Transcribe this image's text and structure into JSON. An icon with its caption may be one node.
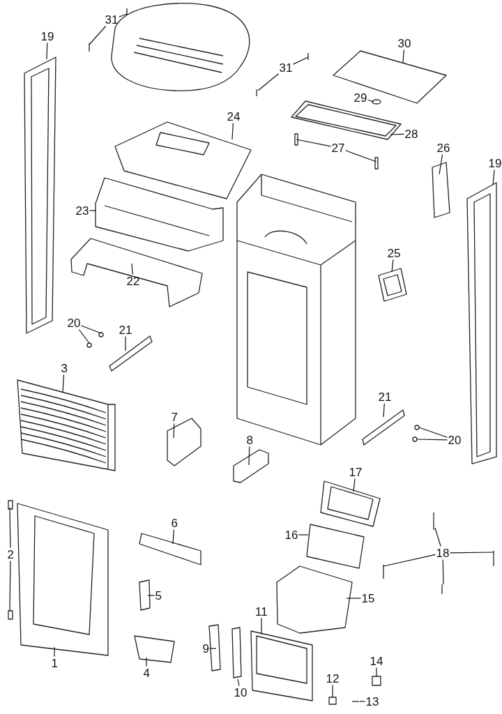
{
  "diagram": {
    "nodes": [
      {
        "text": [
          "31"
        ]
      },
      {
        "text": [
          "30"
        ]
      },
      {
        "text": [
          "19"
        ]
      },
      {
        "text": [
          "31"
        ]
      },
      {
        "text": [
          "24"
        ]
      },
      {
        "text": [
          "29"
        ]
      },
      {
        "text": [
          "28"
        ]
      },
      {
        "text": [
          "27"
        ]
      },
      {
        "text": [
          "26"
        ]
      },
      {
        "text": [
          "19"
        ]
      },
      {
        "text": [
          "23"
        ]
      },
      {
        "text": [
          "25"
        ]
      },
      {
        "text": [
          "22"
        ]
      },
      {
        "text": [
          "20"
        ]
      },
      {
        "text": [
          "21"
        ]
      },
      {
        "text": [
          "3"
        ]
      },
      {
        "text": [
          "7"
        ]
      },
      {
        "text": [
          "21"
        ]
      },
      {
        "text": [
          "20"
        ]
      },
      {
        "text": [
          "8"
        ]
      },
      {
        "text": [
          "17"
        ]
      },
      {
        "text": [
          "6"
        ]
      },
      {
        "text": [
          "2"
        ]
      },
      {
        "text": [
          "16"
        ]
      },
      {
        "text": [
          "18"
        ]
      },
      {
        "text": [
          "5"
        ]
      },
      {
        "text": [
          "15"
        ]
      },
      {
        "text": [
          "11"
        ]
      },
      {
        "text": [
          "9"
        ]
      },
      {
        "text": [
          "1"
        ]
      },
      {
        "text": [
          "14"
        ]
      },
      {
        "text": [
          "4"
        ]
      },
      {
        "text": [
          "12"
        ]
      },
      {
        "text": [
          "10"
        ]
      },
      {
        "text": [
          "13"
        ]
      }
    ],
    "edges": [
      {
        "from": 0,
        "to": null,
        "arrow": "none"
      },
      {
        "from": 0,
        "to": null,
        "arrow": "none"
      },
      {
        "from": 1,
        "to": null,
        "arrow": "none"
      },
      {
        "from": 2,
        "to": null,
        "arrow": "none"
      },
      {
        "from": 3,
        "to": null,
        "arrow": "none"
      },
      {
        "from": 3,
        "to": null,
        "arrow": "none"
      },
      {
        "from": 4,
        "to": null,
        "arrow": "none"
      },
      {
        "from": 5,
        "to": null,
        "arrow": "none"
      },
      {
        "from": 6,
        "to": null,
        "arrow": "none"
      },
      {
        "from": 7,
        "to": null,
        "arrow": "none"
      },
      {
        "from": 7,
        "to": null,
        "arrow": "none"
      },
      {
        "from": 8,
        "to": null,
        "arrow": "none"
      },
      {
        "from": 9,
        "to": null,
        "arrow": "none"
      },
      {
        "from": 10,
        "to": null,
        "arrow": "none"
      },
      {
        "from": 11,
        "to": null,
        "arrow": "none"
      },
      {
        "from": 12,
        "to": null,
        "arrow": "none"
      },
      {
        "from": 13,
        "to": null,
        "arrow": "none"
      },
      {
        "from": 13,
        "to": null,
        "arrow": "none"
      },
      {
        "from": 14,
        "to": null,
        "arrow": "none"
      },
      {
        "from": 15,
        "to": null,
        "arrow": "none"
      },
      {
        "from": 16,
        "to": null,
        "arrow": "none"
      },
      {
        "from": 17,
        "to": null,
        "arrow": "none"
      },
      {
        "from": 18,
        "to": null,
        "arrow": "none"
      },
      {
        "from": 18,
        "to": null,
        "arrow": "none"
      },
      {
        "from": 19,
        "to": null,
        "arrow": "none"
      },
      {
        "from": 20,
        "to": null,
        "arrow": "none"
      },
      {
        "from": 21,
        "to": null,
        "arrow": "none"
      },
      {
        "from": 22,
        "to": null,
        "arrow": "none"
      },
      {
        "from": 22,
        "to": null,
        "arrow": "none"
      },
      {
        "from": 23,
        "to": null,
        "arrow": "none"
      },
      {
        "from": 24,
        "to": null,
        "arrow": "none"
      },
      {
        "from": 24,
        "to": null,
        "arrow": "none"
      },
      {
        "from": 24,
        "to": null,
        "arrow": "none"
      },
      {
        "from": 24,
        "to": null,
        "arrow": "none"
      },
      {
        "from": 25,
        "to": null,
        "arrow": "none"
      },
      {
        "from": 26,
        "to": null,
        "arrow": "none"
      },
      {
        "from": 27,
        "to": null,
        "arrow": "none"
      },
      {
        "from": 28,
        "to": null,
        "arrow": "none"
      },
      {
        "from": 29,
        "to": null,
        "arrow": "none"
      },
      {
        "from": 30,
        "to": null,
        "arrow": "none"
      },
      {
        "from": 31,
        "to": null,
        "arrow": "none"
      },
      {
        "from": 32,
        "to": null,
        "arrow": "none"
      },
      {
        "from": 33,
        "to": null,
        "arrow": "none"
      },
      {
        "from": 34,
        "to": null,
        "arrow": "none"
      }
    ]
  }
}
